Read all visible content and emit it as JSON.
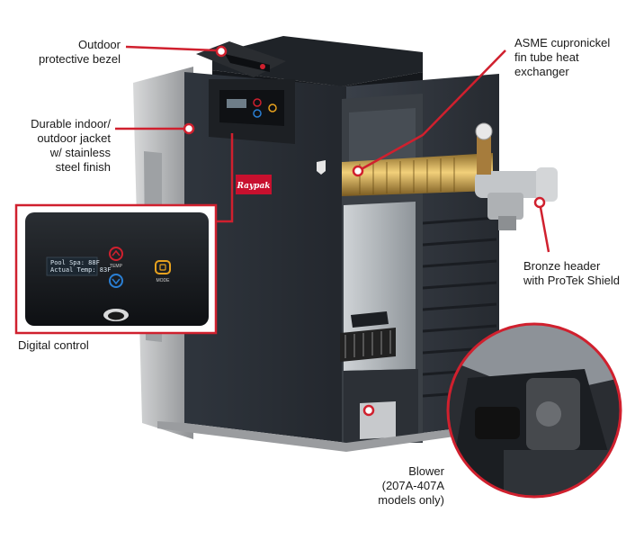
{
  "callouts": {
    "outdoor_bezel": [
      "Outdoor",
      "protective bezel"
    ],
    "jacket": [
      "Durable indoor/",
      "outdoor jacket",
      "w/ stainless",
      "steel finish"
    ],
    "digital_control": [
      "Digital control"
    ],
    "heat_exchanger": [
      "ASME cupronickel",
      "fin tube heat",
      "exchanger"
    ],
    "bronze_header": [
      "Bronze header",
      "with ProTek Shield"
    ],
    "blower": [
      "Blower",
      "(207A-407A",
      "models only)"
    ]
  },
  "control_panel": {
    "lcd_lines": [
      "Pool Spa: 88F",
      "Actual Temp: 83F"
    ],
    "temp_button_caption": "TEMP",
    "mode_button_caption": "MODE"
  },
  "brand": {
    "logo_text": "Raypak"
  },
  "colors": {
    "accent": "#d0202e",
    "jacket": "#2b3038",
    "panel_bg": "#171a1e",
    "stainless": "#b5b7b9"
  }
}
